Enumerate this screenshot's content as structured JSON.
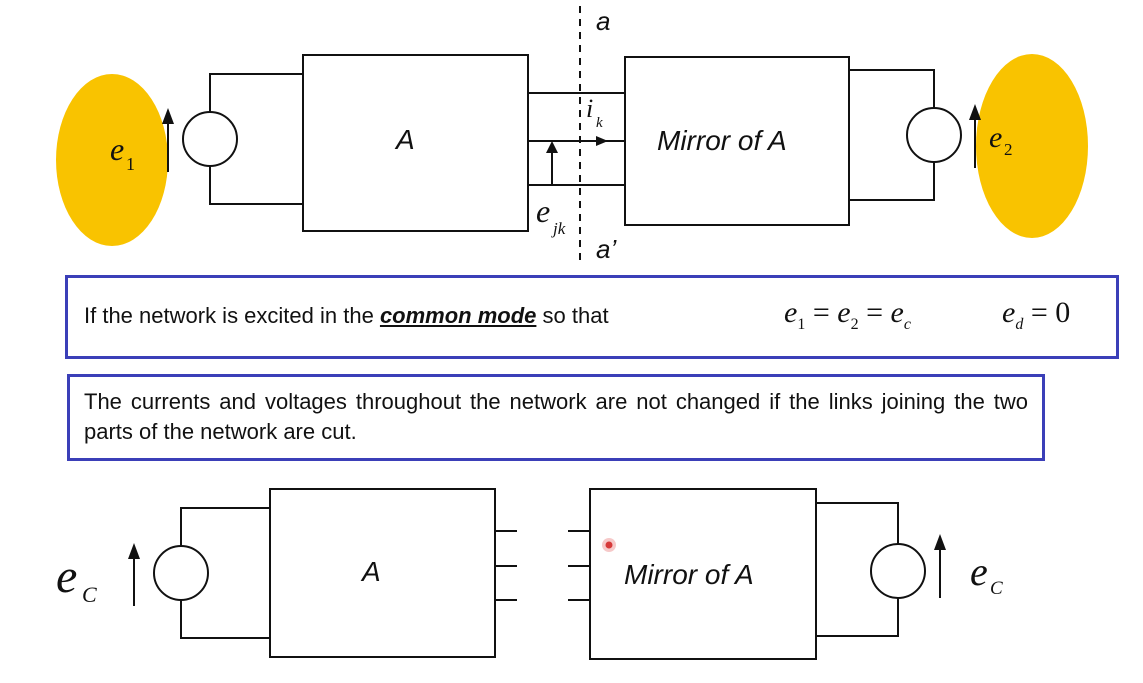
{
  "top_diagram": {
    "left_box_label": "A",
    "right_box_label": "Mirror of A",
    "cut_top_label": "a",
    "cut_bottom_label": "a’",
    "current_label": "i",
    "current_sub": "k",
    "voltage_label": "e",
    "voltage_sub": "jk",
    "left_source_label": "e",
    "left_source_sub": "1",
    "right_source_label": "e",
    "right_source_sub": "2",
    "highlight_color": "#f9c300"
  },
  "common_mode_box": {
    "text_before": "If the network is excited in the ",
    "emphasis": "common mode",
    "text_after": " so that",
    "eq1_e1": "e",
    "eq1_sub1": "1",
    "eq1_eq": "=",
    "eq1_e2": "e",
    "eq1_sub2": "2",
    "eq1_eq2": "=",
    "eq1_e3": "e",
    "eq1_sub3": "c",
    "eq2_e": "e",
    "eq2_sub": "d",
    "eq2_rhs": "= 0",
    "border_color": "#3b3fb8"
  },
  "statement_box": {
    "text": "The currents and voltages throughout the network are not changed if the links joining the two parts of the network are cut."
  },
  "bottom_diagram": {
    "left_box_label": "A",
    "right_box_label": "Mirror of A",
    "left_source_label": "e",
    "left_source_sub": "C",
    "right_source_label": "e",
    "right_source_sub": "C"
  }
}
